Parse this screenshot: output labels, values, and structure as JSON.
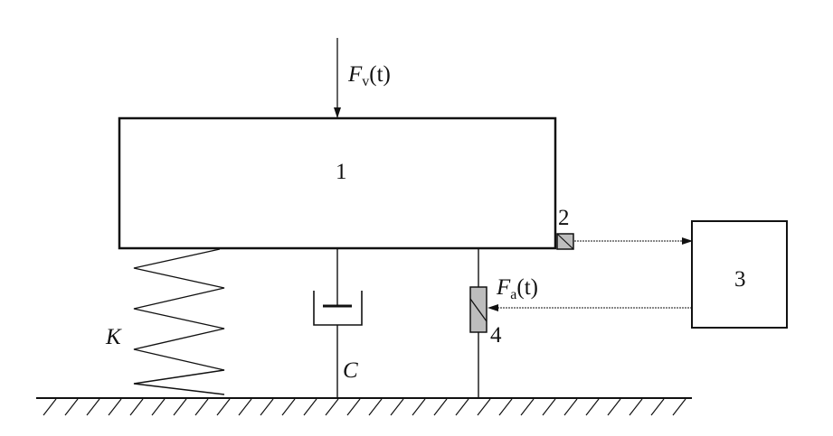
{
  "labels": {
    "force_v": {
      "symbol": "F",
      "sub": "v",
      "arg": "(t)"
    },
    "force_a": {
      "symbol": "F",
      "sub": "a",
      "arg": "(t)"
    },
    "mass": "1",
    "sensor": "2",
    "controller": "3",
    "actuator": "4",
    "spring": "K",
    "damper": "C"
  }
}
